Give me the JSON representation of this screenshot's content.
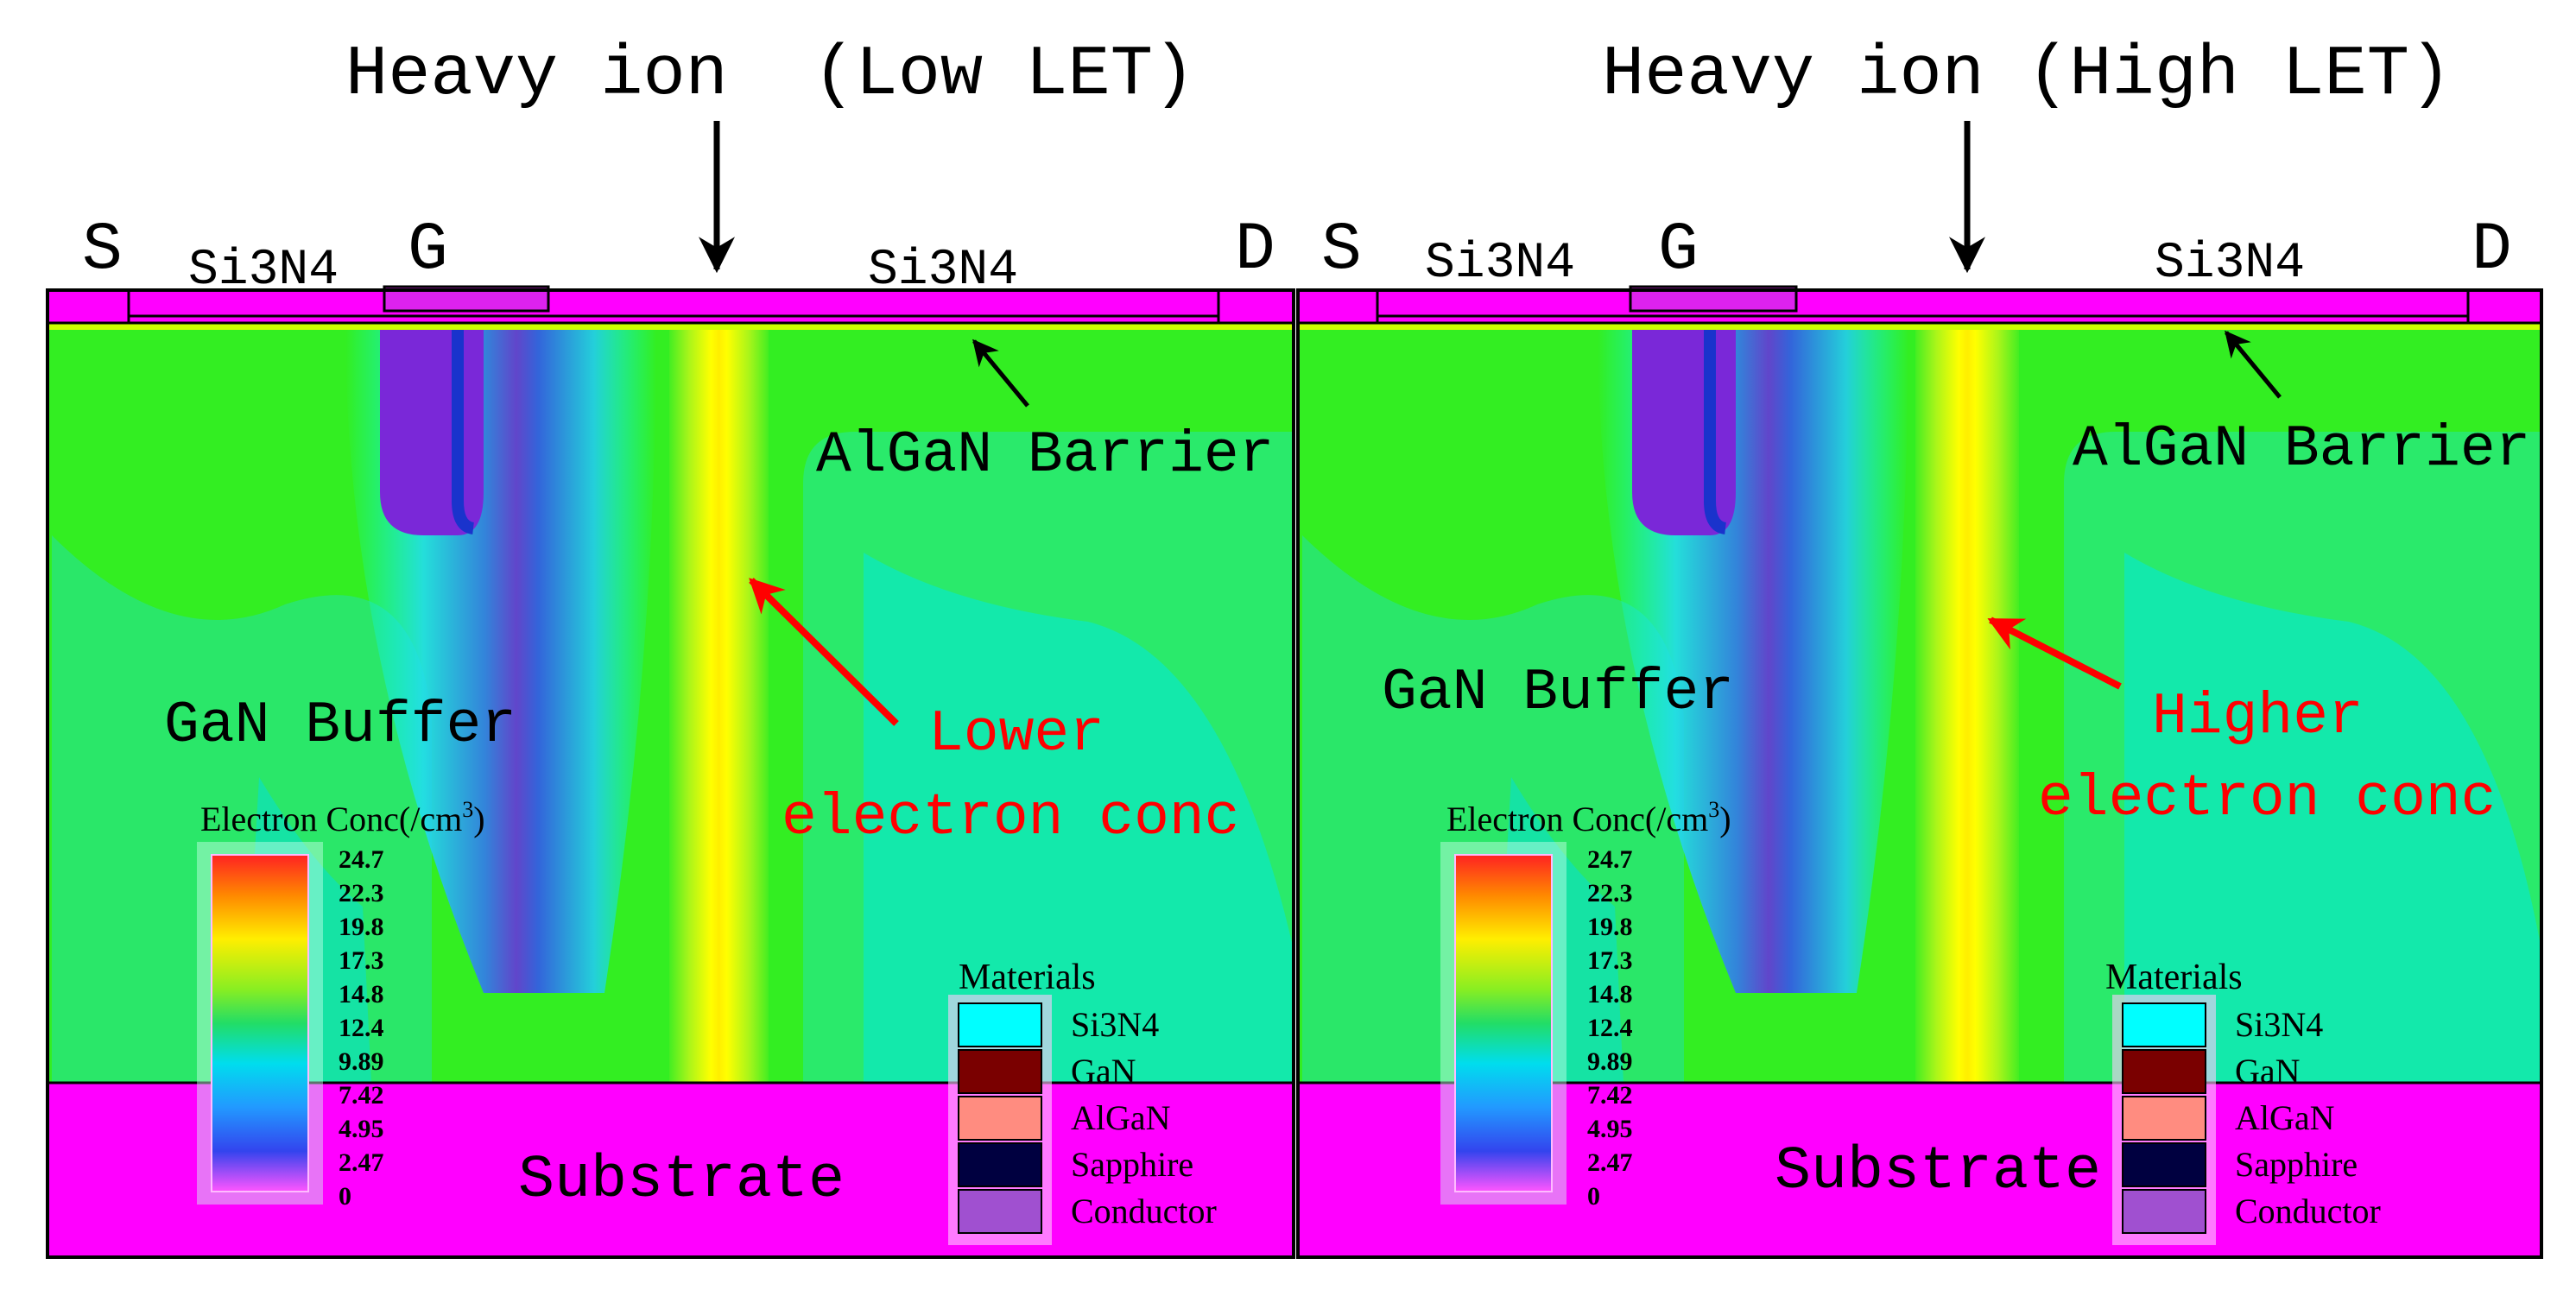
{
  "panels": [
    {
      "title": "Heavy ion  (Low LET)",
      "labels": {
        "source": "S",
        "gate": "G",
        "drain": "D",
        "si3n4_left": "Si3N4",
        "si3n4_right": "Si3N4",
        "barrier": "AlGaN Barrier",
        "buffer": "GaN Buffer",
        "substrate": "Substrate"
      },
      "annotation": [
        "Lower",
        "electron conc"
      ],
      "legend": {
        "title_base": "Electron Conc(/cm",
        "title_sup": "3",
        "title_end": ")",
        "ticks": [
          "24.7",
          "22.3",
          "19.8",
          "17.3",
          "14.8",
          "12.4",
          "9.89",
          "7.42",
          "4.95",
          "2.47",
          "0"
        ]
      }
    },
    {
      "title": "Heavy ion (High LET)",
      "labels": {
        "source": "S",
        "gate": "G",
        "drain": "D",
        "si3n4_left": "Si3N4",
        "si3n4_right": "Si3N4",
        "barrier": "AlGaN Barrier",
        "buffer": "GaN Buffer",
        "substrate": "Substrate"
      },
      "annotation": [
        "Higher",
        "electron conc"
      ],
      "legend": {
        "title_base": "Electron Conc(/cm",
        "title_sup": "3",
        "title_end": ")",
        "ticks": [
          "24.7",
          "22.3",
          "19.8",
          "17.3",
          "14.8",
          "12.4",
          "9.89",
          "7.42",
          "4.95",
          "2.47",
          "0"
        ]
      }
    }
  ],
  "materials": {
    "title": "Materials",
    "items": [
      {
        "name": "Si3N4",
        "color": "#00ffff"
      },
      {
        "name": "GaN",
        "color": "#7a0000"
      },
      {
        "name": "AlGaN",
        "color": "#ff8c80"
      },
      {
        "name": "Sapphire",
        "color": "#000040"
      },
      {
        "name": "Conductor",
        "color": "#a050d0"
      }
    ]
  },
  "colors": {
    "substrate": "#ff00ff",
    "field": "#33ee22",
    "track": "#ffff00",
    "annotation": "#ff0000"
  }
}
